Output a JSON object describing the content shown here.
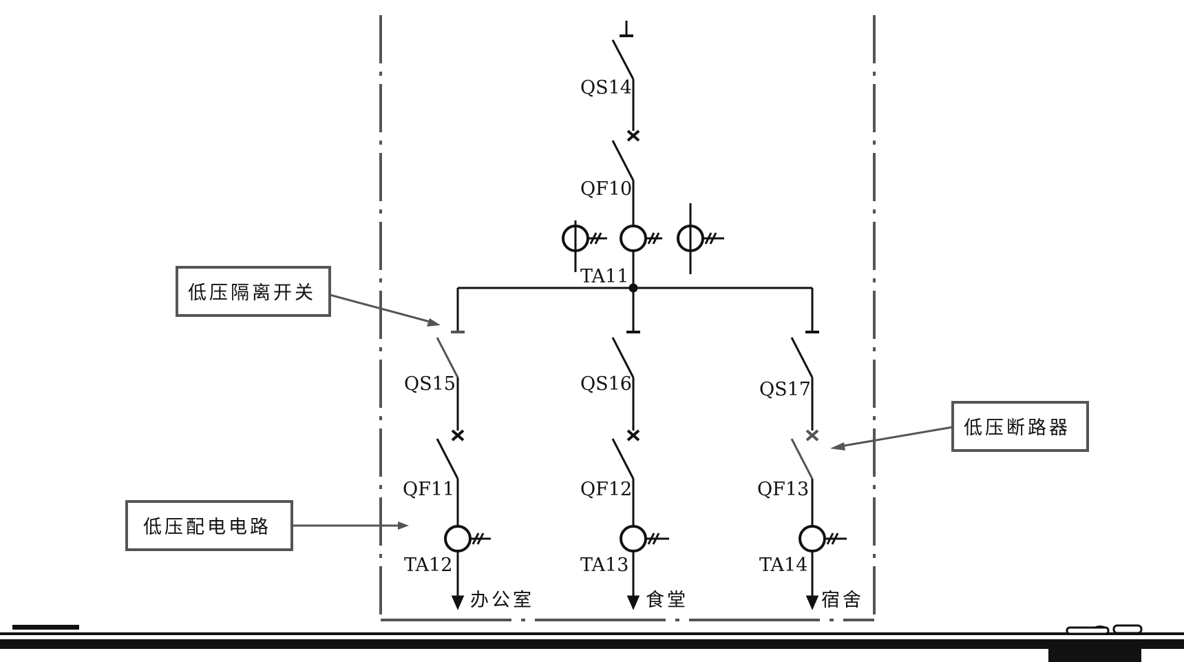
{
  "labels": {
    "qs14": "QS14",
    "qf10": "QF10",
    "ta11": "TA11",
    "qs15": "QS15",
    "qs16": "QS16",
    "qs17": "QS17",
    "qf11": "QF11",
    "qf12": "QF12",
    "qf13": "QF13",
    "ta12": "TA12",
    "ta13": "TA13",
    "ta14": "TA14"
  },
  "loads": {
    "office": "办公室",
    "canteen": "食堂",
    "dormitory": "宿舍"
  },
  "callouts": {
    "isolation_switch": "低压隔离开关",
    "circuit_breaker": "低压断路器",
    "distribution_circuit": "低压配电电路"
  },
  "colors": {
    "line": "#111111",
    "frame": "#555555",
    "callout_arrow": "#555555",
    "breaker_highlight": "#555555"
  }
}
